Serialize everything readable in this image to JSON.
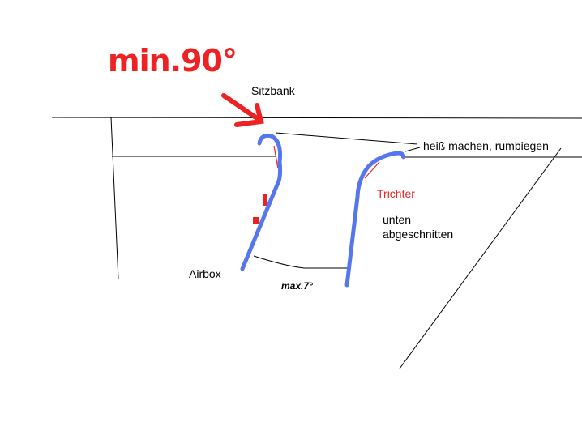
{
  "labels": {
    "min_angle": "min.90°",
    "seat": "Sitzbank",
    "heat_note": "heiß machen, rumbiegen",
    "funnel": "Trichter",
    "cut_line1": "unten",
    "cut_line2": "abgeschnitten",
    "airbox": "Airbox",
    "max_angle": "max.7°"
  },
  "colors": {
    "blue": "#5577ee",
    "red": "#ee2222",
    "line": "#000000"
  }
}
